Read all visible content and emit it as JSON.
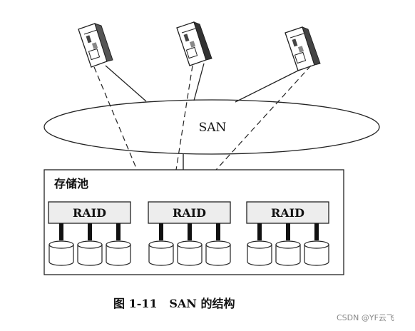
{
  "network": {
    "label": "SAN"
  },
  "pool": {
    "label": "存储池"
  },
  "arrays": [
    {
      "label": "RAID",
      "disks": 3
    },
    {
      "label": "RAID",
      "disks": 3
    },
    {
      "label": "RAID",
      "disks": 3
    }
  ],
  "servers": [
    {
      "icon": "server-tower-icon"
    },
    {
      "icon": "server-tower-icon"
    },
    {
      "icon": "server-tower-icon"
    }
  ],
  "caption": "图 1-11   SAN 的结构",
  "watermark": "CSDN @YF云飞"
}
